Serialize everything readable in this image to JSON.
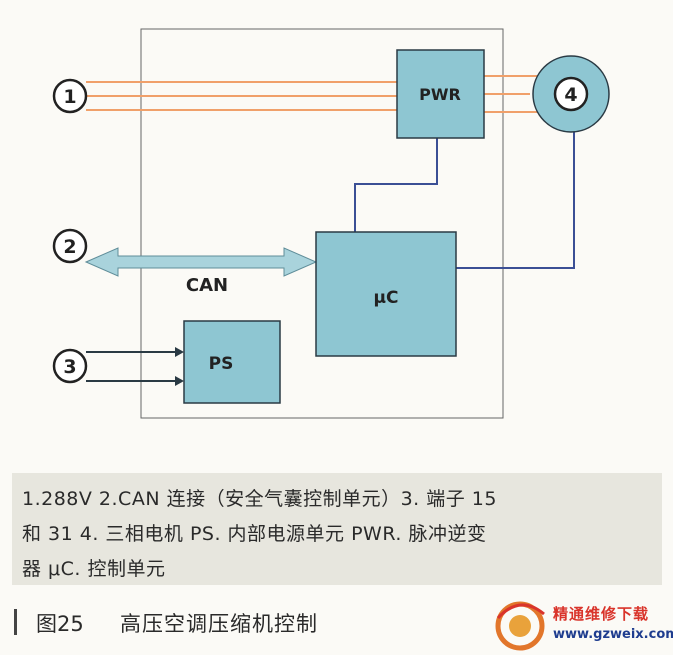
{
  "diagram": {
    "blocks": {
      "pwr": "PWR",
      "uc": "μC",
      "ps": "PS"
    },
    "terminals": {
      "t1": "1",
      "t2": "2",
      "t3": "3",
      "t4": "4"
    },
    "bus_label": "CAN"
  },
  "caption": {
    "line1": "1.288V  2.CAN 连接（安全气囊控制单元）3. 端子 15",
    "line2": "和 31  4. 三相电机  PS. 内部电源单元  PWR. 脉冲逆变",
    "line3": "器  μC. 控制单元"
  },
  "figure": {
    "number": "图25",
    "title": "高压空调压缩机控制"
  },
  "watermark": {
    "name": "精通维修下载",
    "url": "www.gzweix.com"
  },
  "colors": {
    "block_fill": "#8ec6d2",
    "block_border": "#2a3a44",
    "signal_line": "#3b4f95",
    "power_line": "#f0a06a",
    "bus_fill": "#a9d3dc"
  }
}
